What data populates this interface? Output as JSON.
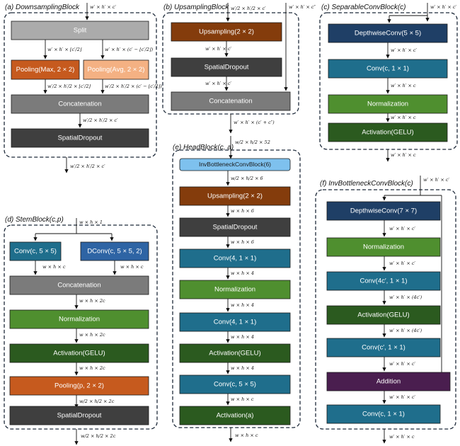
{
  "colors": {
    "gray_light": "#ababab",
    "gray_mid": "#7b7b7b",
    "gray_dark": "#3f3f3f",
    "orange": "#c65a1e",
    "peach": "#f4b183",
    "brown": "#843c0c",
    "navy": "#1f3f66",
    "teal": "#1f6e8c",
    "blue": "#2e64a4",
    "green": "#4f8f2f",
    "darkgreen": "#2b5a1f",
    "purple": "#4a1e4f",
    "lightblue": "#7ec1ee"
  },
  "panels": {
    "a": {
      "title": "(a) DownsamplingBlock",
      "in_dim": "w′ × h′ × c′",
      "split": "Split",
      "pool_max": "Pooling(Max, 2 × 2)",
      "pool_avg": "Pooling(Avg, 2 × 2)",
      "dim_left_top": "w′ × h′ × ⌊c′/2⌋",
      "dim_right_top": "w′ × h′ × (c′ − ⌊c′/2⌋)",
      "dim_left_bot": "w′/2 × h′/2 × ⌊c′/2⌋",
      "dim_right_bot": "w′/2 × h′/2 × (c′ − ⌊c′/2⌋)",
      "concat": "Concatenation",
      "dim_concat": "w′/2 × h′/2 × c′",
      "dropout": "SpatialDropout",
      "out_dim": "w′/2 × h′/2 × c′"
    },
    "b": {
      "title": "(b) UpsamplingBlock",
      "in_dim": "w′/2 × h′/2 × c′",
      "skip_dim": "w′ × h′ × c″",
      "ups": "Upsampling(2 × 2)",
      "dim1": "w′ × h′ × c′",
      "dropout": "SpatialDropout",
      "dim2": "w′ × h′ × c′",
      "concat": "Concatenation",
      "out_dim": "w′ × h′ × (c′ + c″)"
    },
    "c": {
      "title": "(c) SeparableConvBlock(c)",
      "in_dim": "w′ × h′ × c′",
      "dw": "DepthwiseConv(5 × 5)",
      "dim1": "w′ × h′ × c′",
      "conv": "Conv(c, 1 × 1)",
      "dim2": "w′ × h′ × c",
      "norm": "Normalization",
      "dim3": "w′ × h′ × c",
      "act": "Activation(GELU)",
      "out_dim": "w′ × h′ × c"
    },
    "d": {
      "title": "(d) StemBlock(c,p)",
      "in_dim": "w × h × 1",
      "conv": "Conv(c, 5 × 5)",
      "dconv": "DConv(c, 5 × 5, 2)",
      "dim_l": "w × h × c",
      "dim_r": "w × h × c",
      "concat": "Concatenation",
      "dim1": "w × h × 2c",
      "norm": "Normalization",
      "dim2": "w × h × 2c",
      "act": "Activation(GELU)",
      "dim3": "w × h × 2c",
      "pool": "Pooling(p, 2 × 2)",
      "dim4": "w/2 × h/2 × 2c",
      "dropout": "SpatialDropout",
      "out_dim": "w/2 × h/2 × 2c"
    },
    "e": {
      "title": "(e) HeadBlock(c, a)",
      "in_dim": "w/2 × h/2 × 52",
      "inv": "InvBottleneckConvBlock(6)",
      "dim0": "w/2 × h/2 × 6",
      "ups": "Upsampling(2 × 2)",
      "dim1": "w × h × 6",
      "dropout": "SpatialDropout",
      "dim2": "w × h × 6",
      "conv1": "Conv(4, 1 × 1)",
      "dim3": "w × h × 4",
      "norm": "Normalization",
      "dim4": "w × h × 4",
      "conv2": "Conv(4, 1 × 1)",
      "dim5": "w × h × 4",
      "act": "Activation(GELU)",
      "dim6": "w × h × 4",
      "conv3": "Conv(c, 5 × 5)",
      "dim7": "w × h × c",
      "act2": "Activation(a)",
      "out_dim": "w × h × c"
    },
    "f": {
      "title": "(f) InvBottleneckConvBlock(c)",
      "in_dim": "w′ × h′ × c′",
      "dw": "DepthwiseConv(7 × 7)",
      "dim1": "w′ × h′ × c′",
      "norm": "Normalization",
      "dim2": "w′ × h′ × c′",
      "conv1": "Conv(4c′, 1 × 1)",
      "dim3": "w′ × h′ × (4c′)",
      "act": "Activation(GELU)",
      "dim4": "w′ × h′ × (4c′)",
      "conv2": "Conv(c′, 1 × 1)",
      "dim5": "w′ × h′ × c′",
      "add": "Addition",
      "dim6": "w′ × h′ × c′",
      "conv3": "Conv(c, 1 × 1)",
      "out_dim": "w′ × h′ × c"
    }
  }
}
